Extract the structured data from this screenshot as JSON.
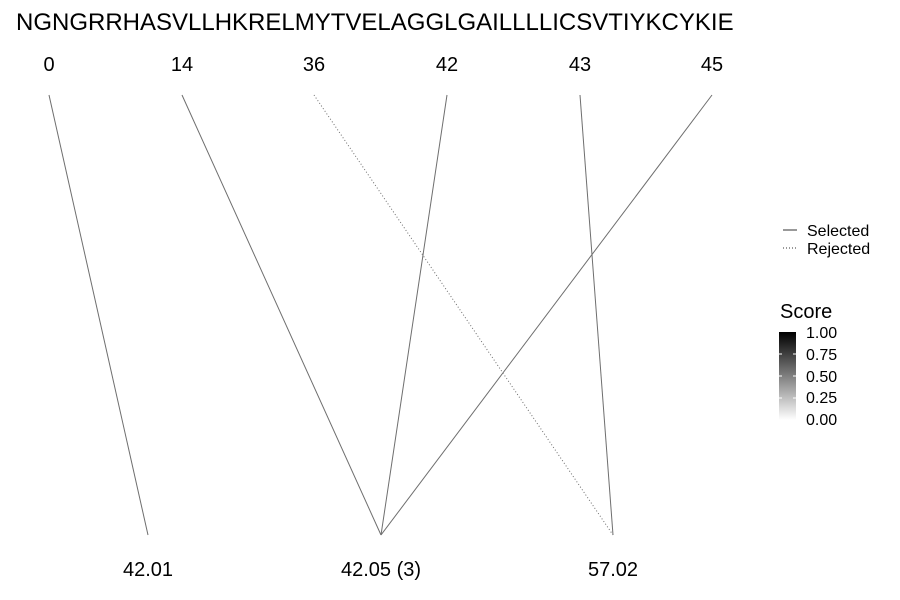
{
  "sequence": "NGNGRRHASVLLHKRELMYTVELAGGLGAILLLLICSVTIYKCYKIE",
  "positions": [
    "0",
    "14",
    "36",
    "42",
    "43",
    "45"
  ],
  "masses": [
    "42.01",
    "42.05 (3)",
    "57.02"
  ],
  "links": [
    {
      "from": 0,
      "to": 0,
      "status": "selected"
    },
    {
      "from": 1,
      "to": 1,
      "status": "selected"
    },
    {
      "from": 2,
      "to": 2,
      "status": "rejected"
    },
    {
      "from": 3,
      "to": 1,
      "status": "selected"
    },
    {
      "from": 4,
      "to": 2,
      "status": "selected"
    },
    {
      "from": 5,
      "to": 1,
      "status": "selected"
    }
  ],
  "legend": {
    "items": [
      {
        "label": "Selected",
        "style": "solid"
      },
      {
        "label": "Rejected",
        "style": "dotted"
      }
    ]
  },
  "score_legend": {
    "title": "Score",
    "ticks": [
      "1.00",
      "0.75",
      "0.50",
      "0.25",
      "0.00"
    ],
    "gradient": [
      "#000000",
      "#ffffff"
    ]
  },
  "colors": {
    "line": "#6e6e6e"
  }
}
